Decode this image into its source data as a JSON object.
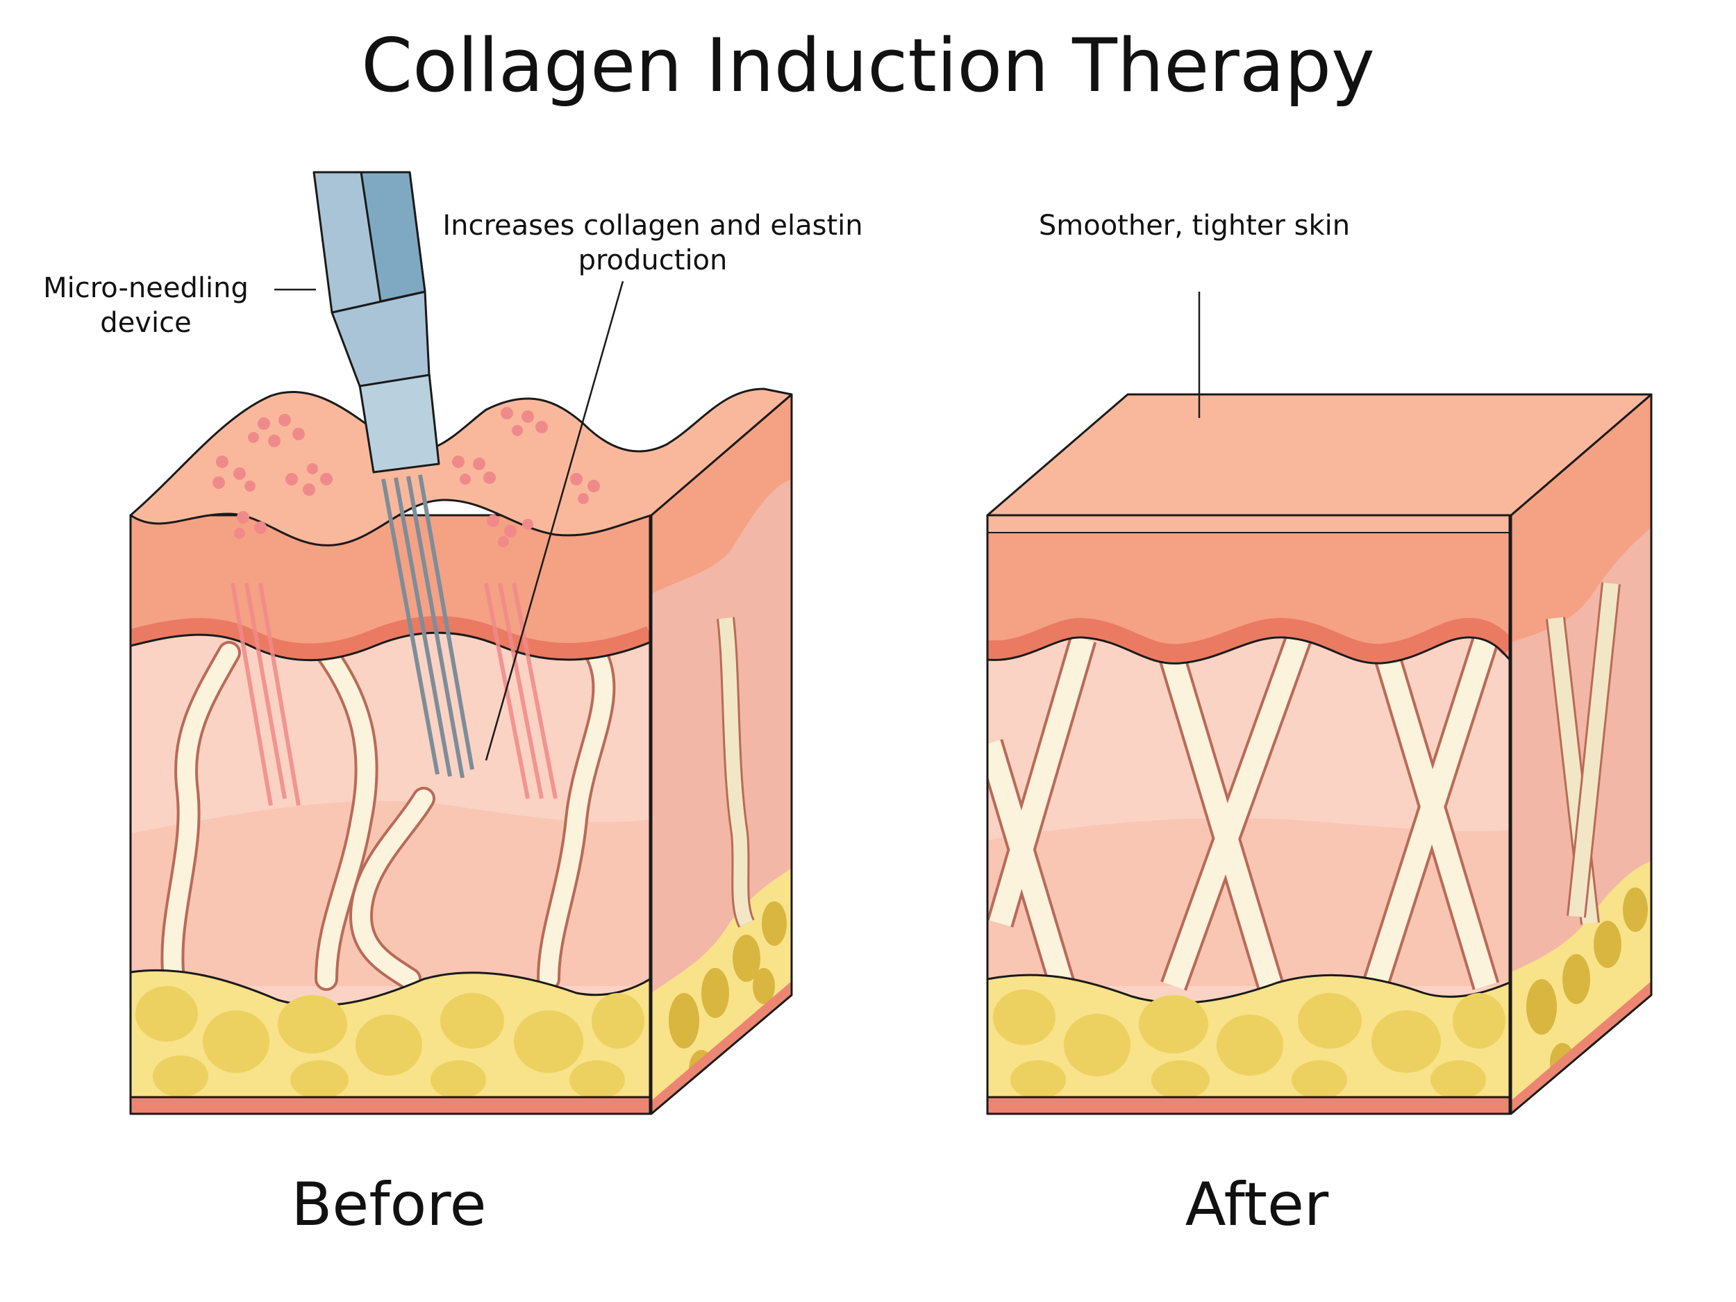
{
  "title": "Collagen Induction Therapy",
  "labels": {
    "device": "Micro-needling device",
    "collagen": "Increases collagen and elastin production",
    "smoother": "Smoother, tighter skin",
    "before": "Before",
    "after": "After"
  },
  "colors": {
    "epidermis_top": "#f9b89c",
    "epidermis": "#f5a184",
    "basal_layer": "#ea7a62",
    "dermis": "#fbd3c4",
    "dermis_side": "#f2b7a6",
    "collagen_fiber": "#fbf3dc",
    "fiber_outline": "#b96a58",
    "fat": "#f8e28a",
    "fat_cell": "#ecd160",
    "fat_cell_side": "#d8b640",
    "base_layer": "#ec8672",
    "micro_injury": "#f08a8a",
    "device_body": "#a9c4d6",
    "device_shade": "#7fa9c2",
    "needle": "#7d8d99",
    "outline": "#1a1a1a"
  },
  "icons": [
    "micro-needling-device-icon",
    "skin-block-before-icon",
    "skin-block-after-icon"
  ]
}
